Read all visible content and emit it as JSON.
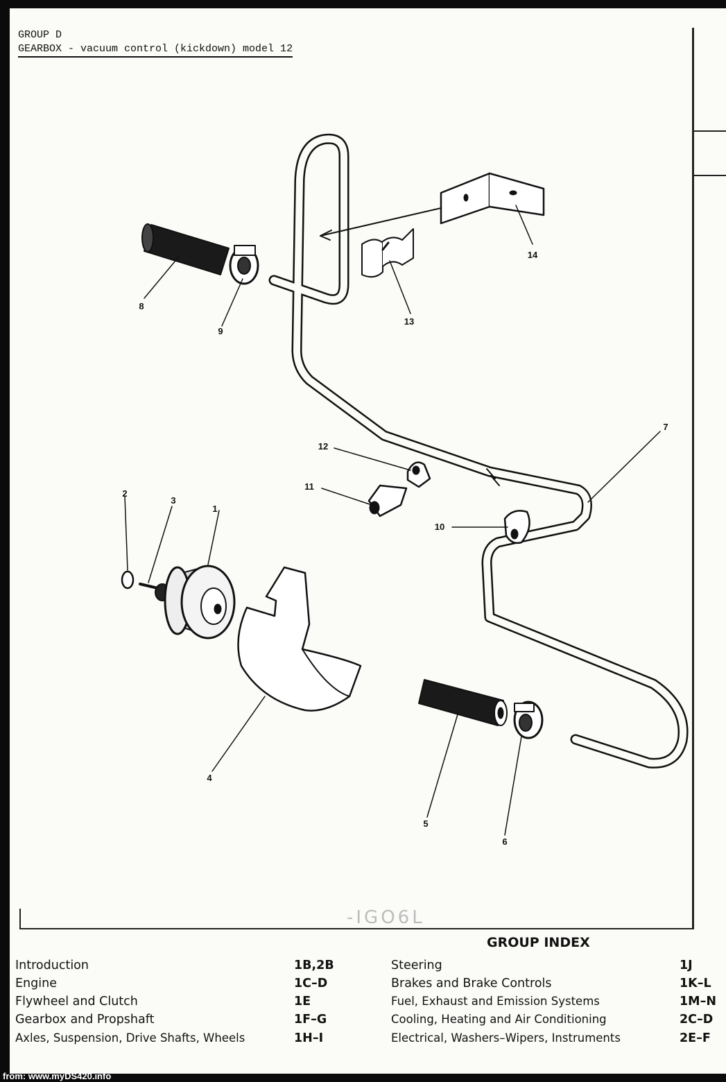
{
  "header": {
    "group": "GROUP D",
    "title": "GEARBOX - vacuum control (kickdown) model 12"
  },
  "callouts": [
    "1",
    "2",
    "3",
    "4",
    "5",
    "6",
    "7",
    "8",
    "9",
    "10",
    "11",
    "12",
    "13",
    "14"
  ],
  "stamp": "-IGO6L",
  "group_index": {
    "title": "GROUP INDEX",
    "left": [
      {
        "name": "Introduction",
        "code": "1B,2B"
      },
      {
        "name": "Engine",
        "code": "1C–D"
      },
      {
        "name": "Flywheel and Clutch",
        "code": "1E"
      },
      {
        "name": "Gearbox and Propshaft",
        "code": "1F–G"
      },
      {
        "name": "Axles, Suspension, Drive Shafts, Wheels",
        "code": "1H–I"
      }
    ],
    "right": [
      {
        "name": "Steering",
        "code": "1J"
      },
      {
        "name": "Brakes and Brake Controls",
        "code": "1K–L"
      },
      {
        "name": "Fuel, Exhaust and Emission Systems",
        "code": "1M–N"
      },
      {
        "name": "Cooling, Heating and Air Conditioning",
        "code": "2C–D"
      },
      {
        "name": "Electrical, Washers–Wipers, Instruments",
        "code": "2E–F"
      }
    ]
  },
  "footer": "from: www.myDS420.info"
}
